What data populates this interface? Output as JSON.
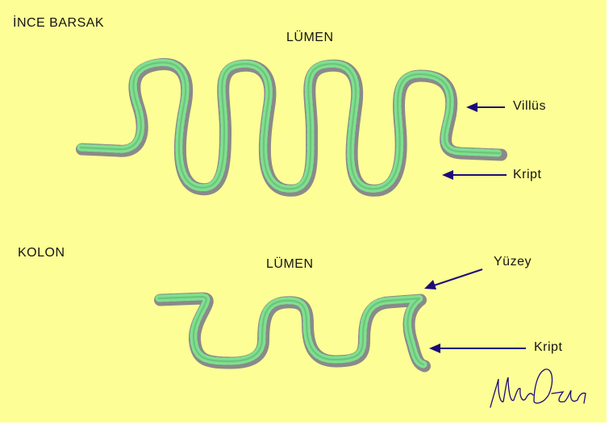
{
  "labels": {
    "small_intestine_title": "İNCE BARSAK",
    "lumen_top": "LÜMEN",
    "villus": "Villüs",
    "crypt_top": "Kript",
    "colon_title": "KOLON",
    "lumen_bottom": "LÜMEN",
    "surface": "Yüzey",
    "crypt_bottom": "Kript"
  },
  "signature": "Ülkü Özten",
  "colors": {
    "background": "#fefe96",
    "cells": "#7fe08f",
    "cell_shadow": "#8a8a8a",
    "arrows": "#1c0a7a"
  }
}
